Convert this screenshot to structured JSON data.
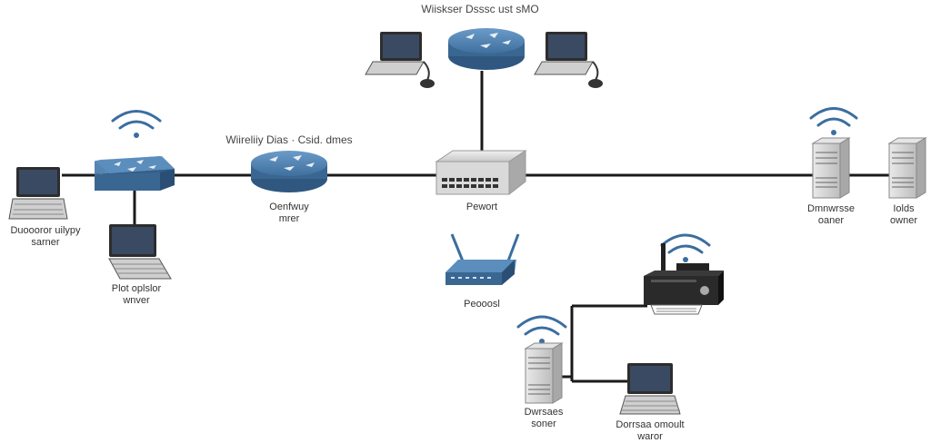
{
  "labels": {
    "top_router": "Wiiskser Dsssc ust sMO",
    "mid_router_top": "Wiireliiy Dias · Csid. dmes",
    "mid_router_bottom_1": "Oenfwuy",
    "mid_router_bottom_2": "mrer",
    "switch": "Pewort",
    "access_point": "Peooosl",
    "left_laptop_1": "Duoooror uilypy",
    "left_laptop_2": "sarner",
    "bottom_laptop_1": "Plot oplslor",
    "bottom_laptop_2": "wnver",
    "server_right1_1": "Dmnwrsse",
    "server_right1_2": "oaner",
    "server_right2_1": "Iolds",
    "server_right2_2": "owner",
    "server_bottom_1": "Dwrsaes",
    "server_bottom_2": "soner",
    "bottom_laptop2_1": "Dorrsaa omoult",
    "bottom_laptop2_2": "waror"
  },
  "colors": {
    "router_blue": "#4a7aa8",
    "router_dark": "#355d86",
    "cable": "#1a1a1a",
    "wifi": "#3b6ea0",
    "screen": "#3a4a63"
  }
}
